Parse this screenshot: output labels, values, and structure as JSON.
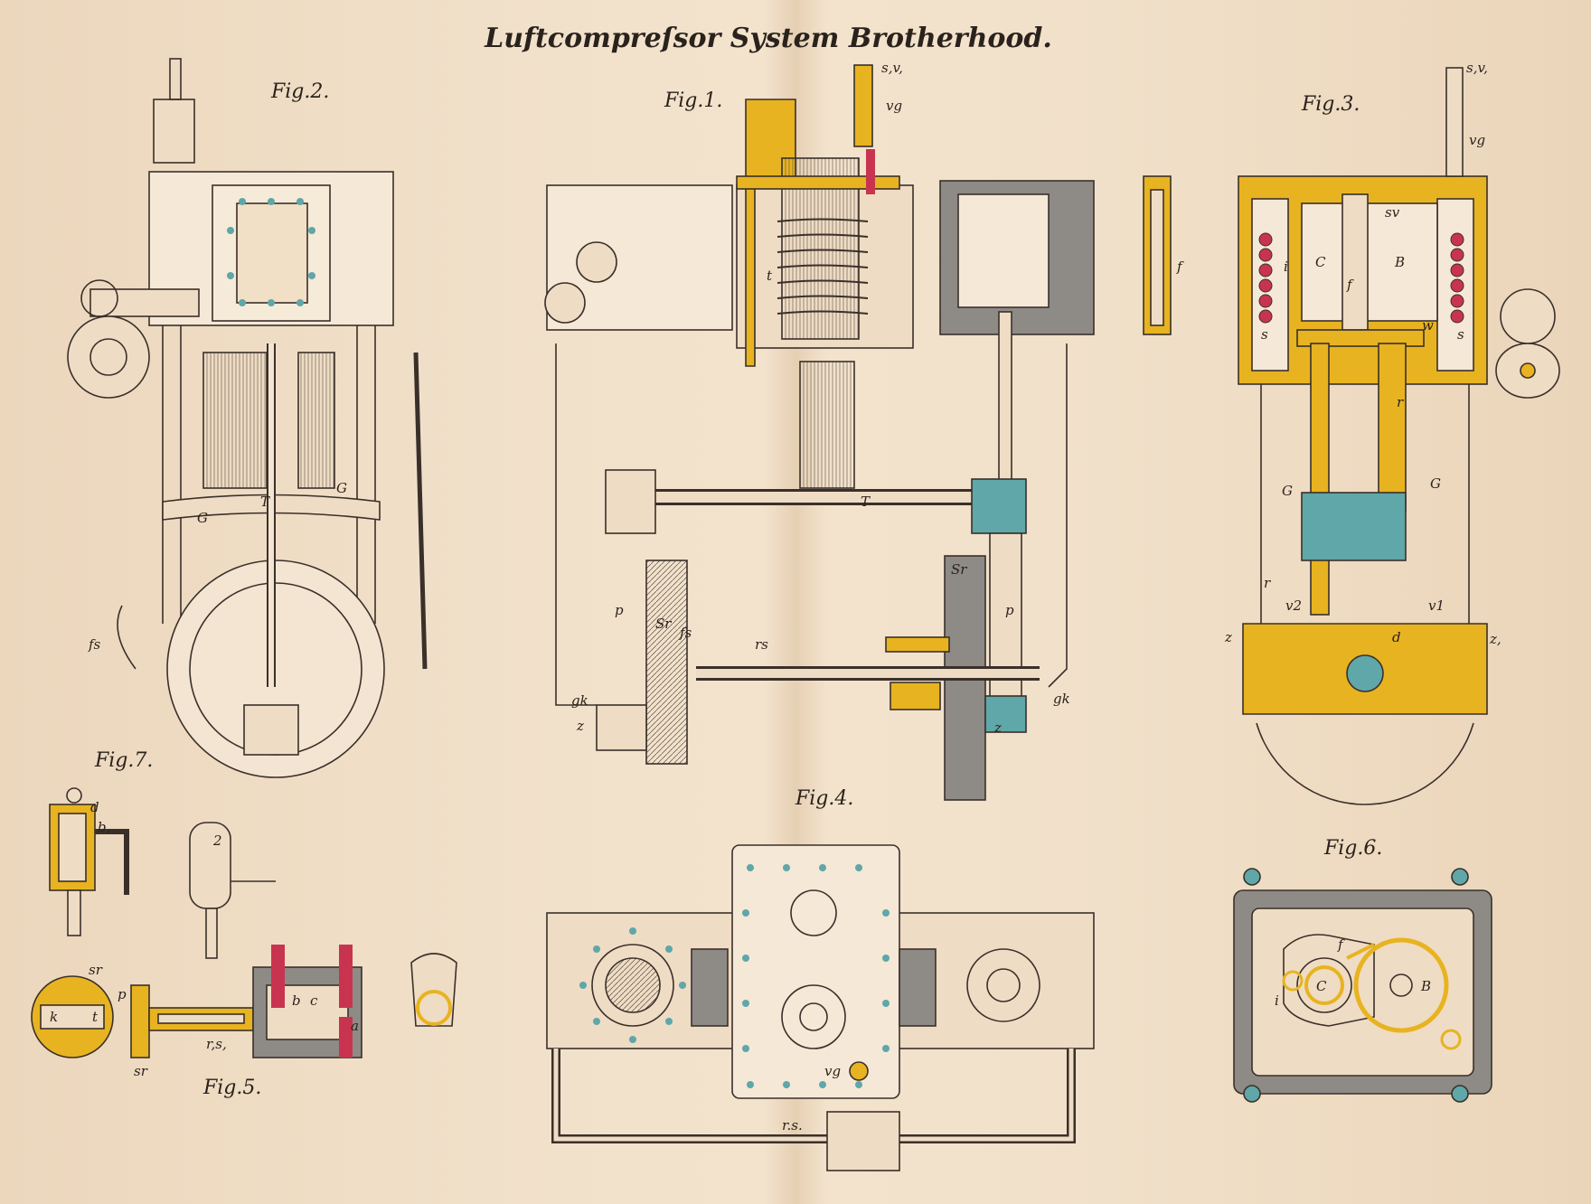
{
  "title": "Luftcompreſsor System Brotherhood.",
  "figures": {
    "fig1": "Fig.1.",
    "fig2": "Fig.2.",
    "fig3": "Fig.3.",
    "fig4": "Fig.4.",
    "fig5": "Fig.5.",
    "fig6": "Fig.6.",
    "fig7": "Fig.7."
  },
  "labels": {
    "fig1": [
      "s,v,",
      "vg",
      "t",
      "f",
      "T",
      "Sr",
      "p",
      "Sr",
      "fs",
      "rs",
      "p",
      "gk",
      "z",
      "gk",
      "z"
    ],
    "fig2": [
      "T",
      "G",
      "G",
      "fs"
    ],
    "fig3": [
      "s,v,",
      "vg",
      "sv",
      "C",
      "B",
      "f",
      "i",
      "s",
      "s",
      "w",
      "r",
      "G",
      "G",
      "v2",
      "v1",
      "z",
      "z,",
      "r",
      "d"
    ],
    "fig4": [
      "vg",
      "r.s."
    ],
    "fig5": [
      "sr",
      "k",
      "t",
      "p",
      "sr",
      "r,s,",
      "b",
      "c",
      "a"
    ],
    "fig6": [
      "f",
      "C",
      "B",
      "i"
    ],
    "fig7": [
      "d",
      "b,",
      "2"
    ]
  },
  "colors": {
    "paper": "#efdcc4",
    "ink": "#3a302a",
    "brass_yellow": "#e8b320",
    "teal": "#5fa7a8",
    "red": "#c8344f",
    "grey_section": "#8e8a86"
  }
}
